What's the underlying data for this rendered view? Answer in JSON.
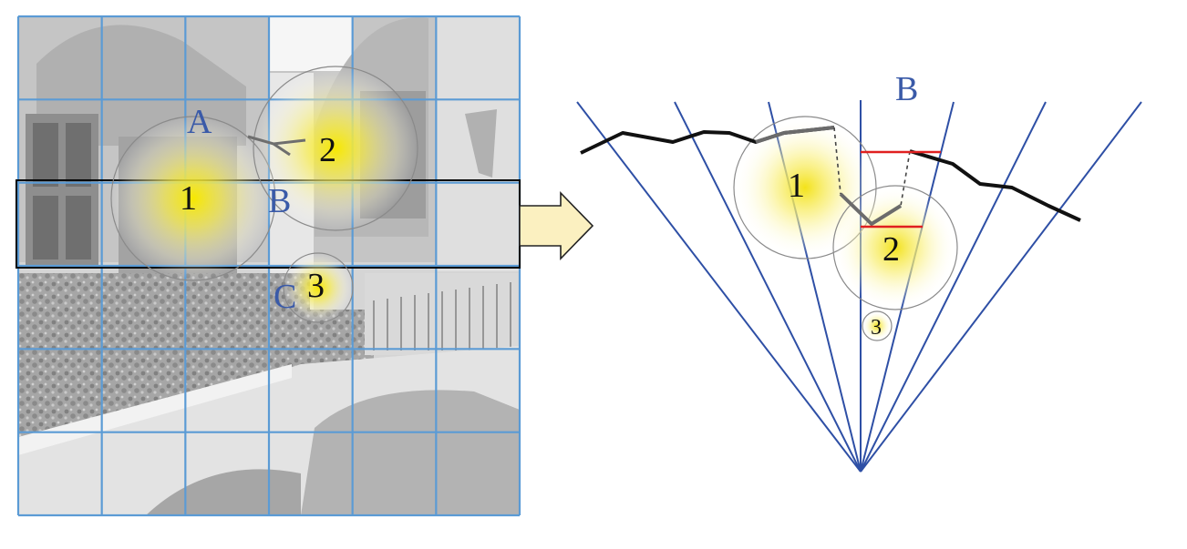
{
  "left_panel": {
    "labels": {
      "region_a": "A",
      "region_b": "B",
      "region_c": "C"
    },
    "circles": [
      {
        "id": "1",
        "label": "1"
      },
      {
        "id": "2",
        "label": "2"
      },
      {
        "id": "3",
        "label": "3"
      }
    ],
    "grid_rows": 6,
    "grid_cols": 6
  },
  "right_panel": {
    "label_b": "B",
    "circles": [
      {
        "id": "1",
        "label": "1"
      },
      {
        "id": "2",
        "label": "2"
      },
      {
        "id": "3",
        "label": "3"
      }
    ],
    "ray_count": 7
  },
  "colors": {
    "grid": "#5b9bd5",
    "ray": "#2e4fa5",
    "label_blue": "#3a5aa8",
    "highlight": "#f5e600",
    "red_marker": "#e02020",
    "arrow_fill": "#fbf0c0",
    "profile": "#111111"
  }
}
